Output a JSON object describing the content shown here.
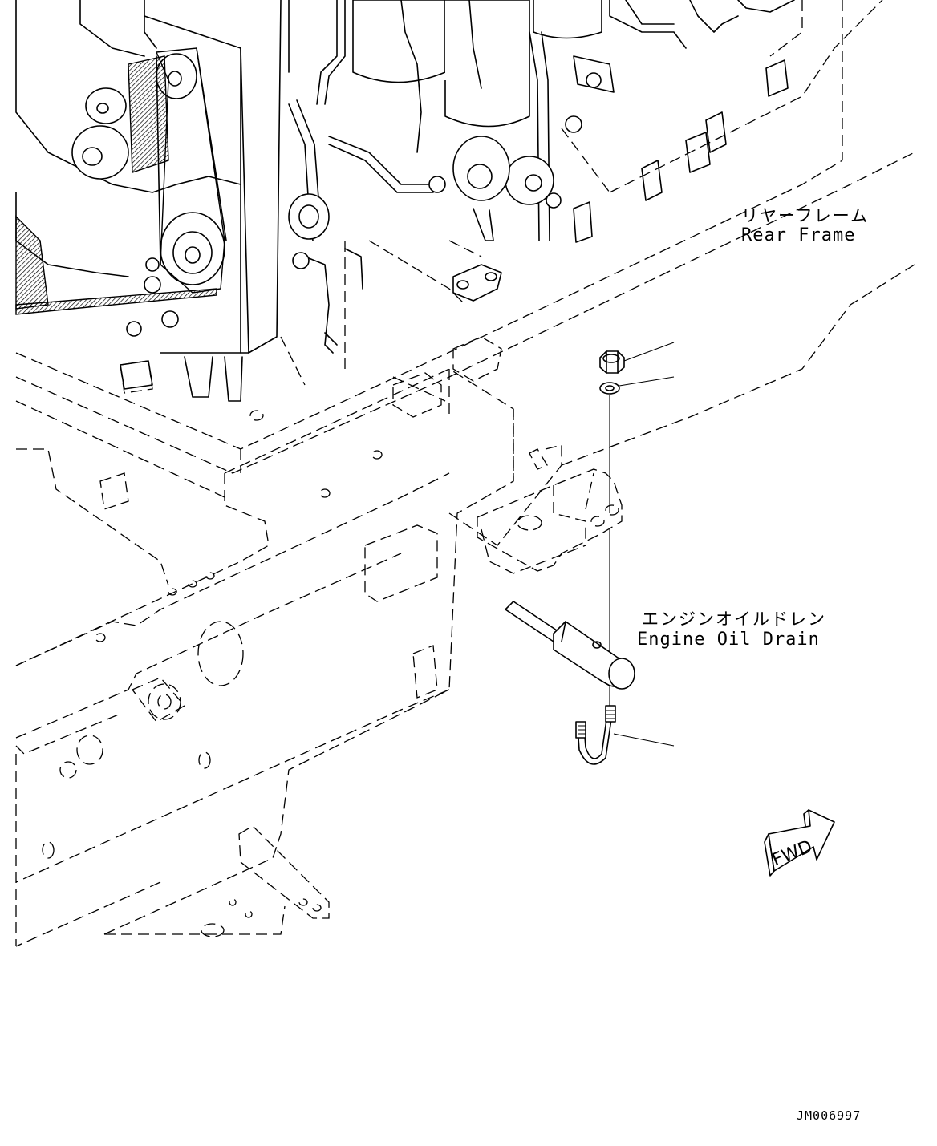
{
  "labels": {
    "rear_frame_jp": "リヤーフレーム",
    "rear_frame_en": "Rear Frame",
    "oil_drain_jp": "エンジンオイルドレン",
    "oil_drain_en": "Engine Oil Drain",
    "fwd": "FWD",
    "drawing_code": "JM006997"
  },
  "icons": {
    "fwd_arrow": "fwd-arrow-icon"
  }
}
